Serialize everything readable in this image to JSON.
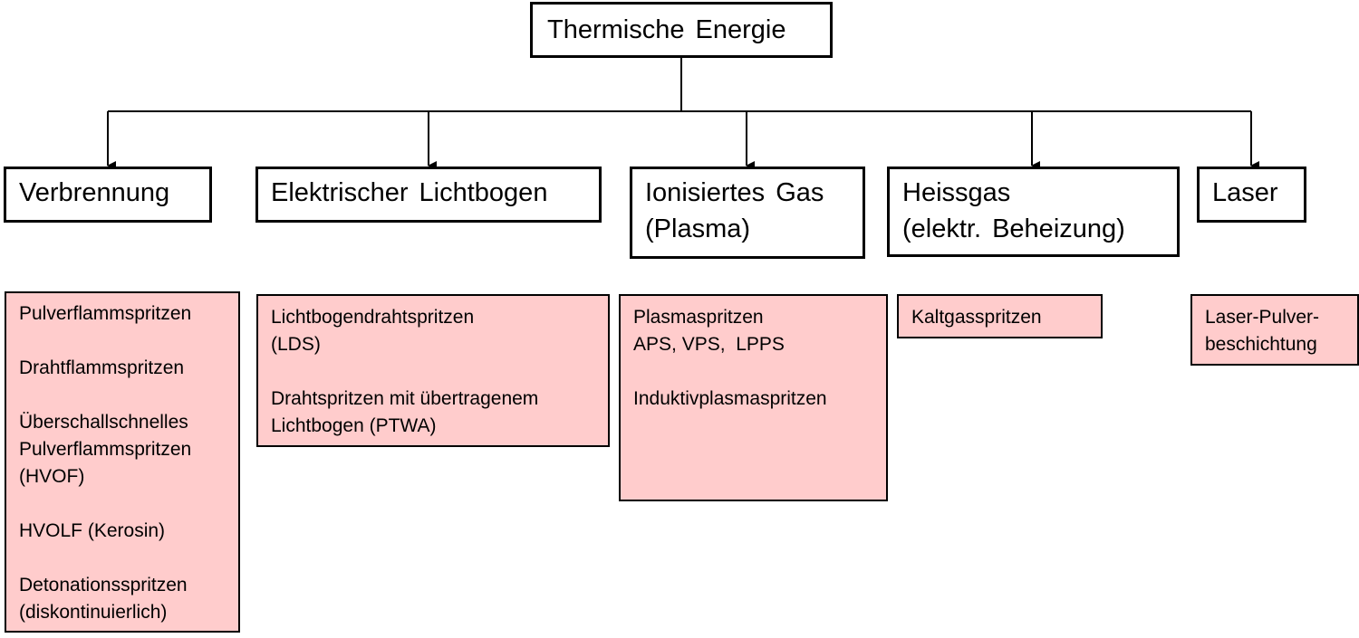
{
  "colors": {
    "method_fill": "#ffcccc",
    "line": "#000000"
  },
  "root": {
    "label": "Thermische Energie"
  },
  "categories": [
    {
      "label_lines": [
        "Verbrennung"
      ],
      "methods": [
        [
          "Pulverflammspritzen"
        ],
        [
          "Drahtflammspritzen"
        ],
        [
          "Überschallschnelles",
          "Pulverflammspritzen",
          "(HVOF)"
        ],
        [
          "HVOLF (Kerosin)"
        ],
        [
          "Detonationsspritzen",
          "(diskontinuierlich)"
        ]
      ]
    },
    {
      "label_lines": [
        "Elektrischer Lichtbogen"
      ],
      "methods": [
        [
          "Lichtbogendrahtspritzen",
          "(LDS)"
        ],
        [
          "Drahtspritzen mit übertragenem",
          "Lichtbogen (PTWA)"
        ]
      ]
    },
    {
      "label_lines": [
        "Ionisiertes Gas",
        "(Plasma)"
      ],
      "methods": [
        [
          "Plasmaspritzen",
          "APS, VPS,  LPPS"
        ],
        [
          "Induktivplasmaspritzen"
        ]
      ]
    },
    {
      "label_lines": [
        "Heissgas",
        "(elektr. Beheizung)"
      ],
      "methods": [
        [
          "Kaltgasspritzen"
        ]
      ]
    },
    {
      "label_lines": [
        "Laser"
      ],
      "methods": [
        [
          "Laser-Pulver-",
          "beschichtung"
        ]
      ]
    }
  ]
}
